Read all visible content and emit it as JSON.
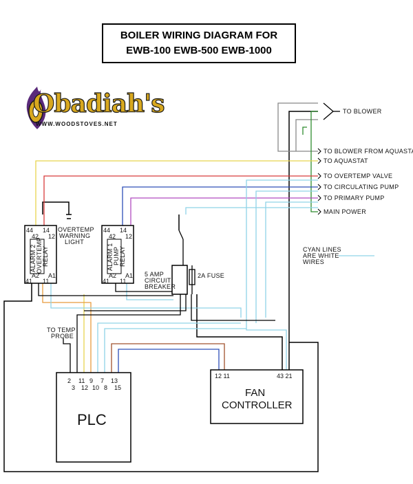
{
  "title": {
    "line1": "BOILER WIRING DIAGRAM FOR",
    "line2": "EWB-100  EWB-500  EWB-1000"
  },
  "logo": {
    "word": "Obadiah's",
    "url": "WWW.WOODSTOVES.NET"
  },
  "outputs": [
    {
      "label": "TO BLOWER",
      "color": "#000000"
    },
    {
      "label": "TO BLOWER FROM AQUASTAT",
      "color": "#888888"
    },
    {
      "label": "TO AQUASTAT",
      "color": "#e8d44d"
    },
    {
      "label": "TO OVERTEMP VALVE",
      "color": "#d83a3a"
    },
    {
      "label": "TO CIRCULATING PUMP",
      "color": "#2d4fb8"
    },
    {
      "label": "TO PRIMARY PUMP",
      "color": "#b04ac0"
    },
    {
      "label": "MAIN POWER",
      "color": "#2e8b2e"
    }
  ],
  "relay2": {
    "pins": {
      "p44": "44",
      "p14": "14",
      "p42": "42",
      "p12": "12",
      "a2": "A2",
      "a1": "A1",
      "p41": "41",
      "p11": "11"
    },
    "name_lines": [
      "ALARM 2",
      "OVERTEMP",
      "RELAY"
    ]
  },
  "relay1": {
    "pins": {
      "p44": "44",
      "p14": "14",
      "p42": "42",
      "p12": "12",
      "a2": "A2",
      "a1": "A1",
      "p41": "41",
      "p11": "11"
    },
    "name_lines": [
      "ALARM 1",
      "PUMP",
      "RELAY"
    ]
  },
  "overtemp_light": [
    "OVERTEMP",
    "WARNING",
    "LIGHT"
  ],
  "breaker": [
    "5 AMP",
    "CIRCUIT",
    "BREAKER"
  ],
  "fuse": "2A FUSE",
  "legend_note": [
    "CYAN LINES",
    "ARE WHITE",
    "WIRES"
  ],
  "temp_probe": [
    "TO TEMP",
    "PROBE"
  ],
  "plc": {
    "label": "PLC",
    "top_pins": [
      "2",
      "11",
      "9",
      "7",
      "13"
    ],
    "bottom_pins": [
      "3",
      "12",
      "10",
      "8",
      "15"
    ]
  },
  "fan": {
    "line1": "FAN",
    "line2": "CONTROLLER",
    "pins_left": "12 11",
    "pins_right": "43 21"
  },
  "colors": {
    "black": "#000000",
    "gray": "#888888",
    "yellow": "#e8d44d",
    "red": "#d83a3a",
    "blue": "#2d4fb8",
    "purple": "#b04ac0",
    "green": "#2e8b2e",
    "cyan": "#8fd3e8",
    "orange": "#e89a3c",
    "brown": "#a0522d",
    "logo_gold": "#d8a81e",
    "logo_purple": "#5a2a7a"
  }
}
